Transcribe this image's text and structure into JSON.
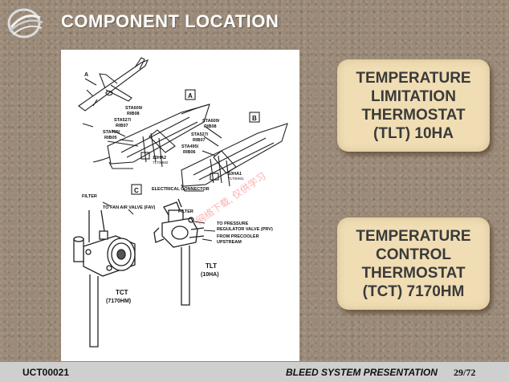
{
  "header": {
    "title": "COMPONENT LOCATION"
  },
  "figure": {
    "labels": {
      "a": "A",
      "b": "B",
      "c": "C",
      "sta609a": "STA609/",
      "rib08a": "RIB08",
      "sta527a": "STA527/",
      "rib07a": "RIB07",
      "sta495a": "STA495/",
      "rib05a": "RIB05",
      "ha2": "10HA2",
      "hm2": "7170HM2",
      "sta609b": "STA609/",
      "rib08b": "RIB08",
      "sta527b": "STA527/",
      "rib07b": "RIB07",
      "sta495b": "STA495/",
      "rib06b": "RIB06",
      "ha1": "10HA1",
      "hm1": "7170HM1",
      "elec": "ELECTRICAL CONNECTOR",
      "filter1": "FILTER",
      "fav": "TO FAN AIR VALVE (FAV)",
      "filter2": "FILTER",
      "prv1": "TO PRESSURE",
      "prv2": "REGULATOR VALVE (PRV)",
      "pre1": "FROM PRECOOLER",
      "pre2": "UPSTREAM",
      "tlt1": "TLT",
      "tlt2": "(10HA)",
      "tct1": "TCT",
      "tct2": "(7170HM)",
      "watermark": "网络下载, 仅供学习"
    }
  },
  "callouts": {
    "tlt": [
      "TEMPERATURE",
      "LIMITATION",
      "THERMOSTAT",
      "(TLT) 10HA"
    ],
    "tct": [
      "TEMPERATURE",
      "CONTROL",
      "THERMOSTAT",
      "(TCT) 7170HM"
    ]
  },
  "footer": {
    "code": "UCT00021",
    "presentation": "BLEED SYSTEM PRESENTATION",
    "page": "29/72"
  },
  "colors": {
    "callout_bg": "#f0ddb4",
    "callout_text": "#3a3a3a",
    "title": "#ffffff",
    "footer_bg": "#cfcfcf"
  }
}
